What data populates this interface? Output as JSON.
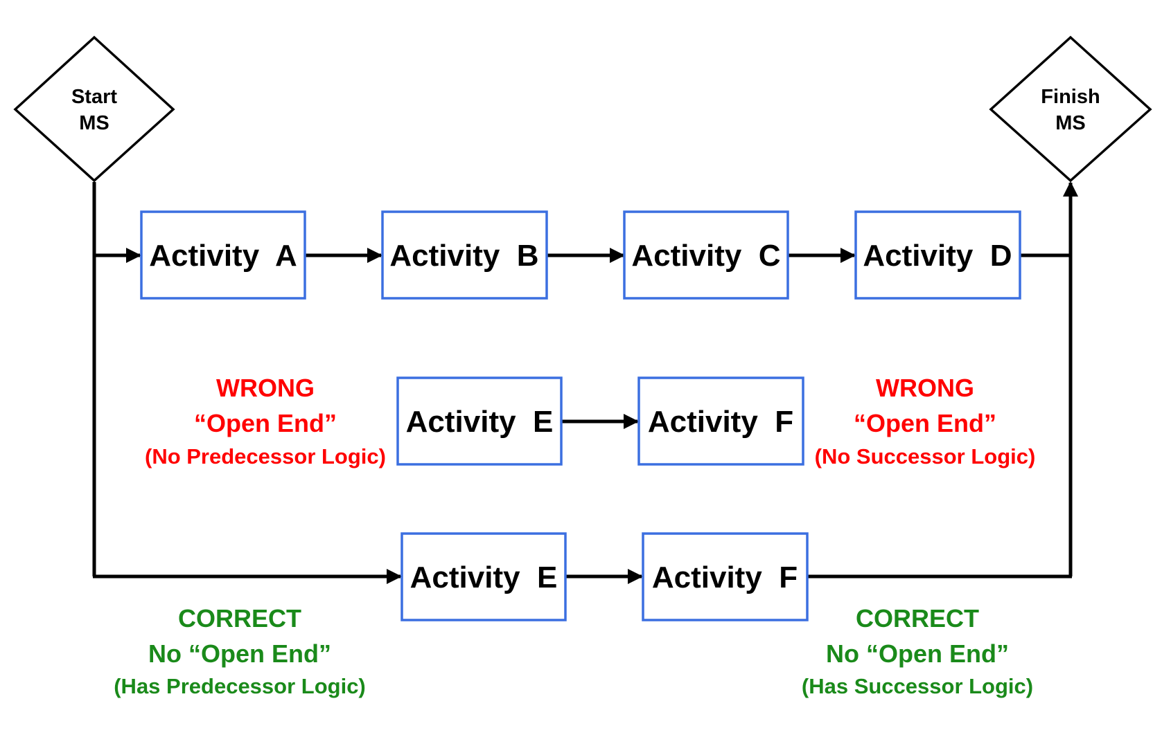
{
  "milestones": {
    "start": {
      "line1": "Start",
      "line2": "MS"
    },
    "finish": {
      "line1": "Finish",
      "line2": "MS"
    }
  },
  "activities": {
    "a": "Activity  A",
    "b": "Activity  B",
    "c": "Activity  C",
    "d": "Activity  D",
    "e_wrong": "Activity  E",
    "f_wrong": "Activity  F",
    "e_correct": "Activity  E",
    "f_correct": "Activity  F"
  },
  "annotations": {
    "wrong_left": {
      "title": "WRONG",
      "subtitle": "“Open End”",
      "detail": "(No Predecessor Logic)"
    },
    "wrong_right": {
      "title": "WRONG",
      "subtitle": "“Open End”",
      "detail": "(No Successor Logic)"
    },
    "correct_left": {
      "title": "CORRECT",
      "subtitle": "No “Open End”",
      "detail": "(Has Predecessor Logic)"
    },
    "correct_right": {
      "title": "CORRECT",
      "subtitle": "No “Open End”",
      "detail": "(Has Successor Logic)"
    }
  },
  "colors": {
    "box_border": "#3b6fe0",
    "wrong": "#ff0000",
    "correct": "#1a8a1a",
    "line": "#000000"
  }
}
